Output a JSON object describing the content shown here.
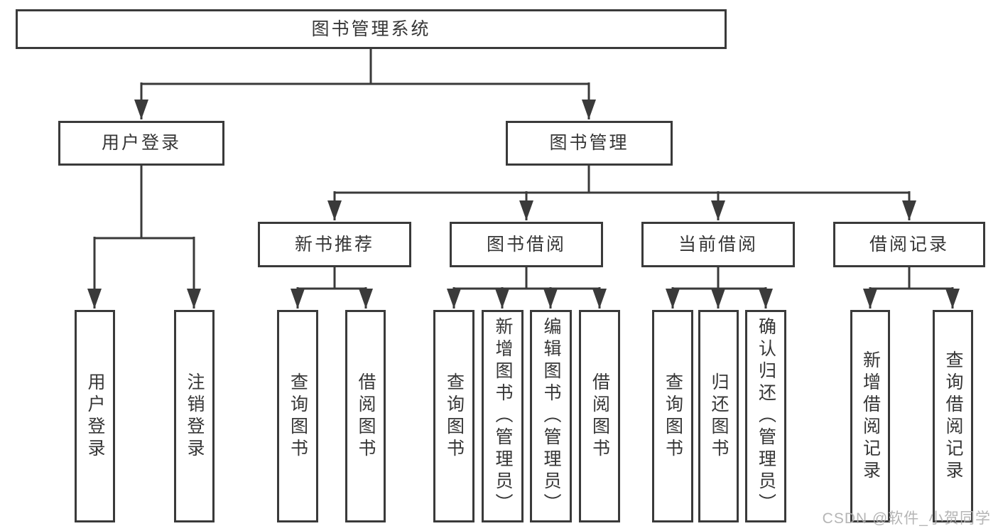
{
  "tree": {
    "root": {
      "label": "图书管理系统"
    },
    "children": [
      {
        "label": "用户登录",
        "children": [
          {
            "label": "用户登录"
          },
          {
            "label": "注销登录"
          }
        ]
      },
      {
        "label": "图书管理",
        "children": [
          {
            "label": "新书推荐",
            "children": [
              {
                "label": "查询图书"
              },
              {
                "label": "借阅图书"
              }
            ]
          },
          {
            "label": "图书借阅",
            "children": [
              {
                "label": "查询图书"
              },
              {
                "label": "新增图书（管理员）"
              },
              {
                "label": "编辑图书（管理员）"
              },
              {
                "label": "借阅图书"
              }
            ]
          },
          {
            "label": "当前借阅",
            "children": [
              {
                "label": "查询图书"
              },
              {
                "label": "归还图书"
              },
              {
                "label": "确认归还（管理员）"
              }
            ]
          },
          {
            "label": "借阅记录",
            "children": [
              {
                "label": "新增借阅记录"
              },
              {
                "label": "查询借阅记录"
              }
            ]
          }
        ]
      }
    ]
  },
  "watermark": "CSDN @软件_小贺同学",
  "colors": {
    "line": "#3a3a3a",
    "text": "#363636",
    "background": "#ffffff",
    "watermark": "#afafaf"
  }
}
